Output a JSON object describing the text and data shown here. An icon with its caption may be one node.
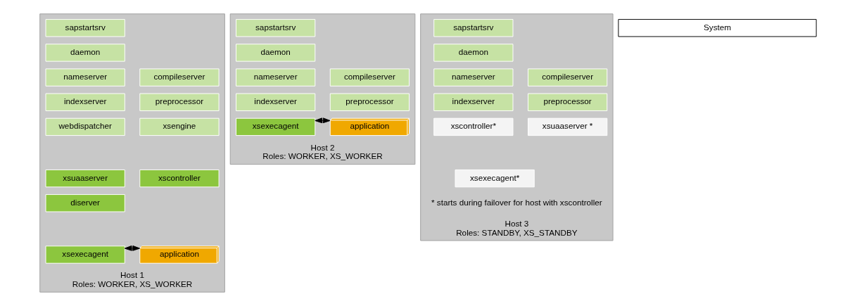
{
  "diagram": {
    "nodes": [
      {
        "text": [
          "Host 1",
          "Roles: WORKER, XS_WORKER"
        ]
      },
      {
        "text": [
          "sapstartsrv"
        ],
        "in": 0
      },
      {
        "text": [
          "daemon"
        ],
        "in": 0
      },
      {
        "text": [
          "nameserver"
        ],
        "in": 0
      },
      {
        "text": [
          "compileserver"
        ],
        "in": 0
      },
      {
        "text": [
          "indexserver"
        ],
        "in": 0
      },
      {
        "text": [
          "preprocessor"
        ],
        "in": 0
      },
      {
        "text": [
          "webdispatcher"
        ],
        "in": 0
      },
      {
        "text": [
          "xsengine"
        ],
        "in": 0
      },
      {
        "text": [
          "xsuaaserver"
        ],
        "in": 0
      },
      {
        "text": [
          "xscontroller"
        ],
        "in": 0
      },
      {
        "text": [
          "diserver"
        ],
        "in": 0
      },
      {
        "text": [
          "xsexecagent"
        ],
        "in": 0
      },
      {
        "text": [
          "application"
        ],
        "in": 0
      },
      {
        "text": [
          "Host 2",
          "Roles: WORKER, XS_WORKER"
        ]
      },
      {
        "text": [
          "sapstartsrv"
        ],
        "in": 14
      },
      {
        "text": [
          "daemon"
        ],
        "in": 14
      },
      {
        "text": [
          "nameserver"
        ],
        "in": 14
      },
      {
        "text": [
          "compileserver"
        ],
        "in": 14
      },
      {
        "text": [
          "indexserver"
        ],
        "in": 14
      },
      {
        "text": [
          "preprocessor"
        ],
        "in": 14
      },
      {
        "text": [
          "xsexecagent"
        ],
        "in": 14
      },
      {
        "text": [
          "application"
        ],
        "in": 14
      },
      {
        "text": [
          "Host 3",
          "Roles: STANDBY, XS_STANDBY"
        ]
      },
      {
        "text": [
          "sapstartsrv"
        ],
        "in": 23
      },
      {
        "text": [
          "daemon"
        ],
        "in": 23
      },
      {
        "text": [
          "nameserver"
        ],
        "in": 23
      },
      {
        "text": [
          "compileserver"
        ],
        "in": 23
      },
      {
        "text": [
          "indexserver"
        ],
        "in": 23
      },
      {
        "text": [
          "preprocessor"
        ],
        "in": 23
      },
      {
        "text": [
          "xscontroller*"
        ],
        "in": 23
      },
      {
        "text": [
          "xsuaaserver *"
        ],
        "in": 23
      },
      {
        "text": [
          "xsexecagent*"
        ],
        "in": 23
      },
      {
        "text": [
          "System"
        ]
      }
    ],
    "edges": [
      {
        "from": 12,
        "to": 13,
        "arrow": "both"
      },
      {
        "from": 21,
        "to": 22,
        "arrow": "both"
      }
    ],
    "labels": [
      "* starts during failover for host with xscontroller"
    ]
  }
}
